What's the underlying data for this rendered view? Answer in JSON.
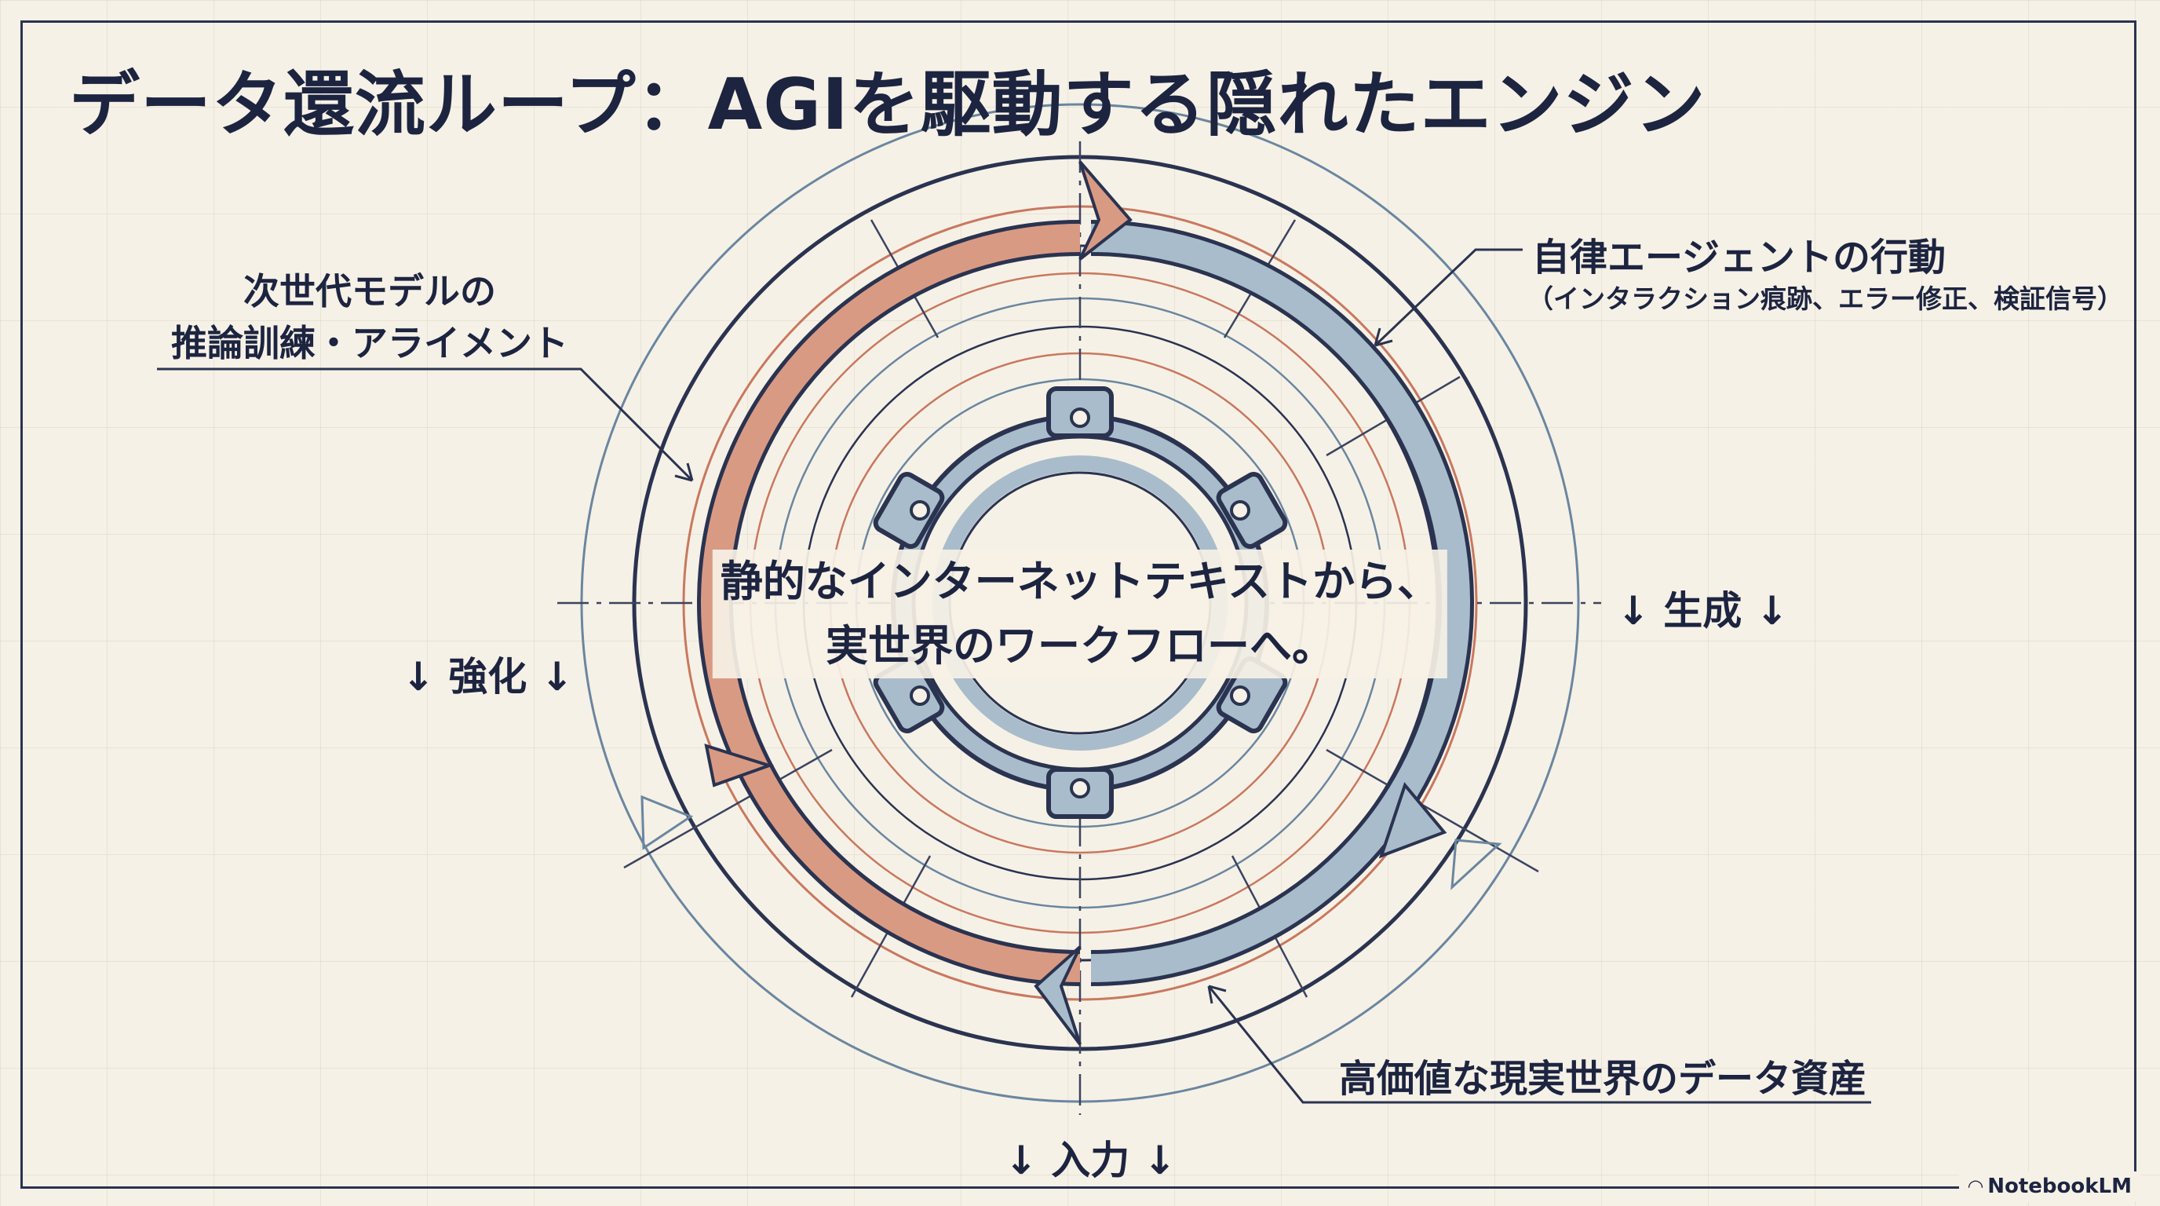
{
  "title": "データ還流ループ：AGIを駆動する隠れたエンジン",
  "center": {
    "line1": "静的なインターネットテキストから、",
    "line2": "実世界のワークフローへ。"
  },
  "labels": {
    "left_line1": "次世代モデルの",
    "left_line2": "推論訓練・アライメント",
    "right_main": "自律エージェントの行動",
    "right_sub": "（インタラクション痕跡、エラー修正、検証信号）",
    "bottom": "高価値な現実世界のデータ資産"
  },
  "flow": {
    "generate": "↓ 生成 ↓",
    "strengthen": "↓ 強化 ↓",
    "input": "↓ 入力 ↓"
  },
  "badge": {
    "text": "NotebookLM",
    "icon": "notebooklm-logo-icon"
  },
  "colors": {
    "navy": "#1c2440",
    "terracotta": "#d99a84",
    "steel_blue": "#a9bccb",
    "outline_blue": "#5b7894",
    "thin_red": "#c9785f",
    "paper": "#f6f1e6"
  }
}
